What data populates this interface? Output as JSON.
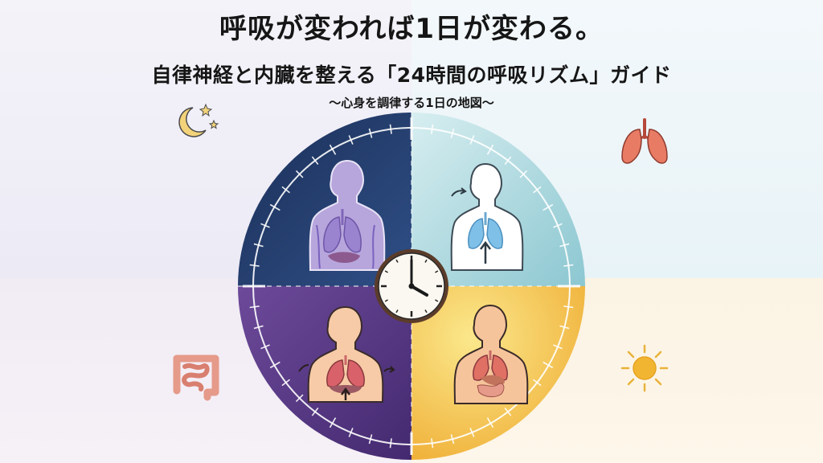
{
  "header": {
    "title": "呼吸が変われば1日が変わる。",
    "subtitle": "自律神経と内臓を整える「24時間の呼吸リズム」ガイド",
    "tagline": "〜心身を調律する1日の地図〜"
  },
  "colors": {
    "night_quadrant": "#1f3a68",
    "morning_quadrant": "#9fd0d8",
    "afternoon_quadrant": "#f3be3e",
    "evening_quadrant": "#5a3b8a",
    "dial_ring": "#ffffff",
    "text": "#161616"
  },
  "icons": {
    "top_left": "moon-stars-icon",
    "top_right": "lungs-icon",
    "bottom_left": "intestines-icon",
    "bottom_right": "sun-icon",
    "center": "clock-icon"
  },
  "clock_time": {
    "hour": 4,
    "minute": 0
  }
}
